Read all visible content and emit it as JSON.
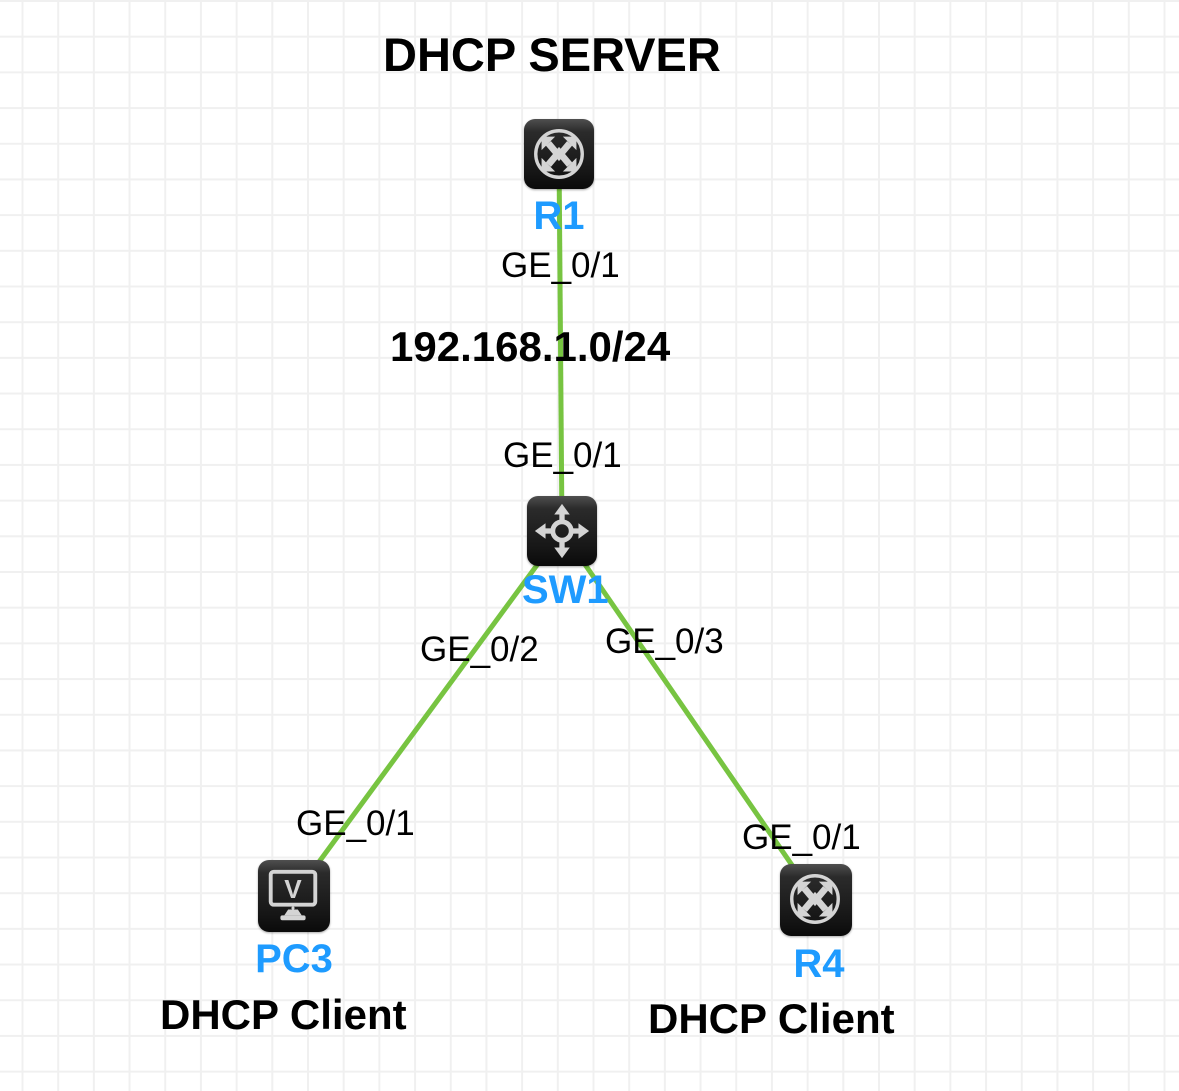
{
  "diagram": {
    "annotations": {
      "server_title": "DHCP SERVER",
      "network_cidr": "192.168.1.0/24",
      "client_left": "DHCP Client",
      "client_right": "DHCP Client"
    },
    "nodes": {
      "r1": {
        "label": "R1",
        "type": "router"
      },
      "sw1": {
        "label": "SW1",
        "type": "switch"
      },
      "pc3": {
        "label": "PC3",
        "type": "pc"
      },
      "r4": {
        "label": "R4",
        "type": "router"
      }
    },
    "links": [
      {
        "from": "R1",
        "to": "SW1",
        "from_port": "GE_0/1",
        "to_port": "GE_0/1"
      },
      {
        "from": "SW1",
        "to": "PC3",
        "from_port": "GE_0/2",
        "to_port": "GE_0/1"
      },
      {
        "from": "SW1",
        "to": "R4",
        "from_port": "GE_0/3",
        "to_port": "GE_0/1"
      }
    ],
    "colors": {
      "link": "#77c441",
      "node_label": "#1e9bff",
      "annotation_text": "#000000",
      "grid_line": "#f0f0f0",
      "canvas_bg": "#ffffff",
      "icon_glyph": "#d4d4d4"
    }
  }
}
